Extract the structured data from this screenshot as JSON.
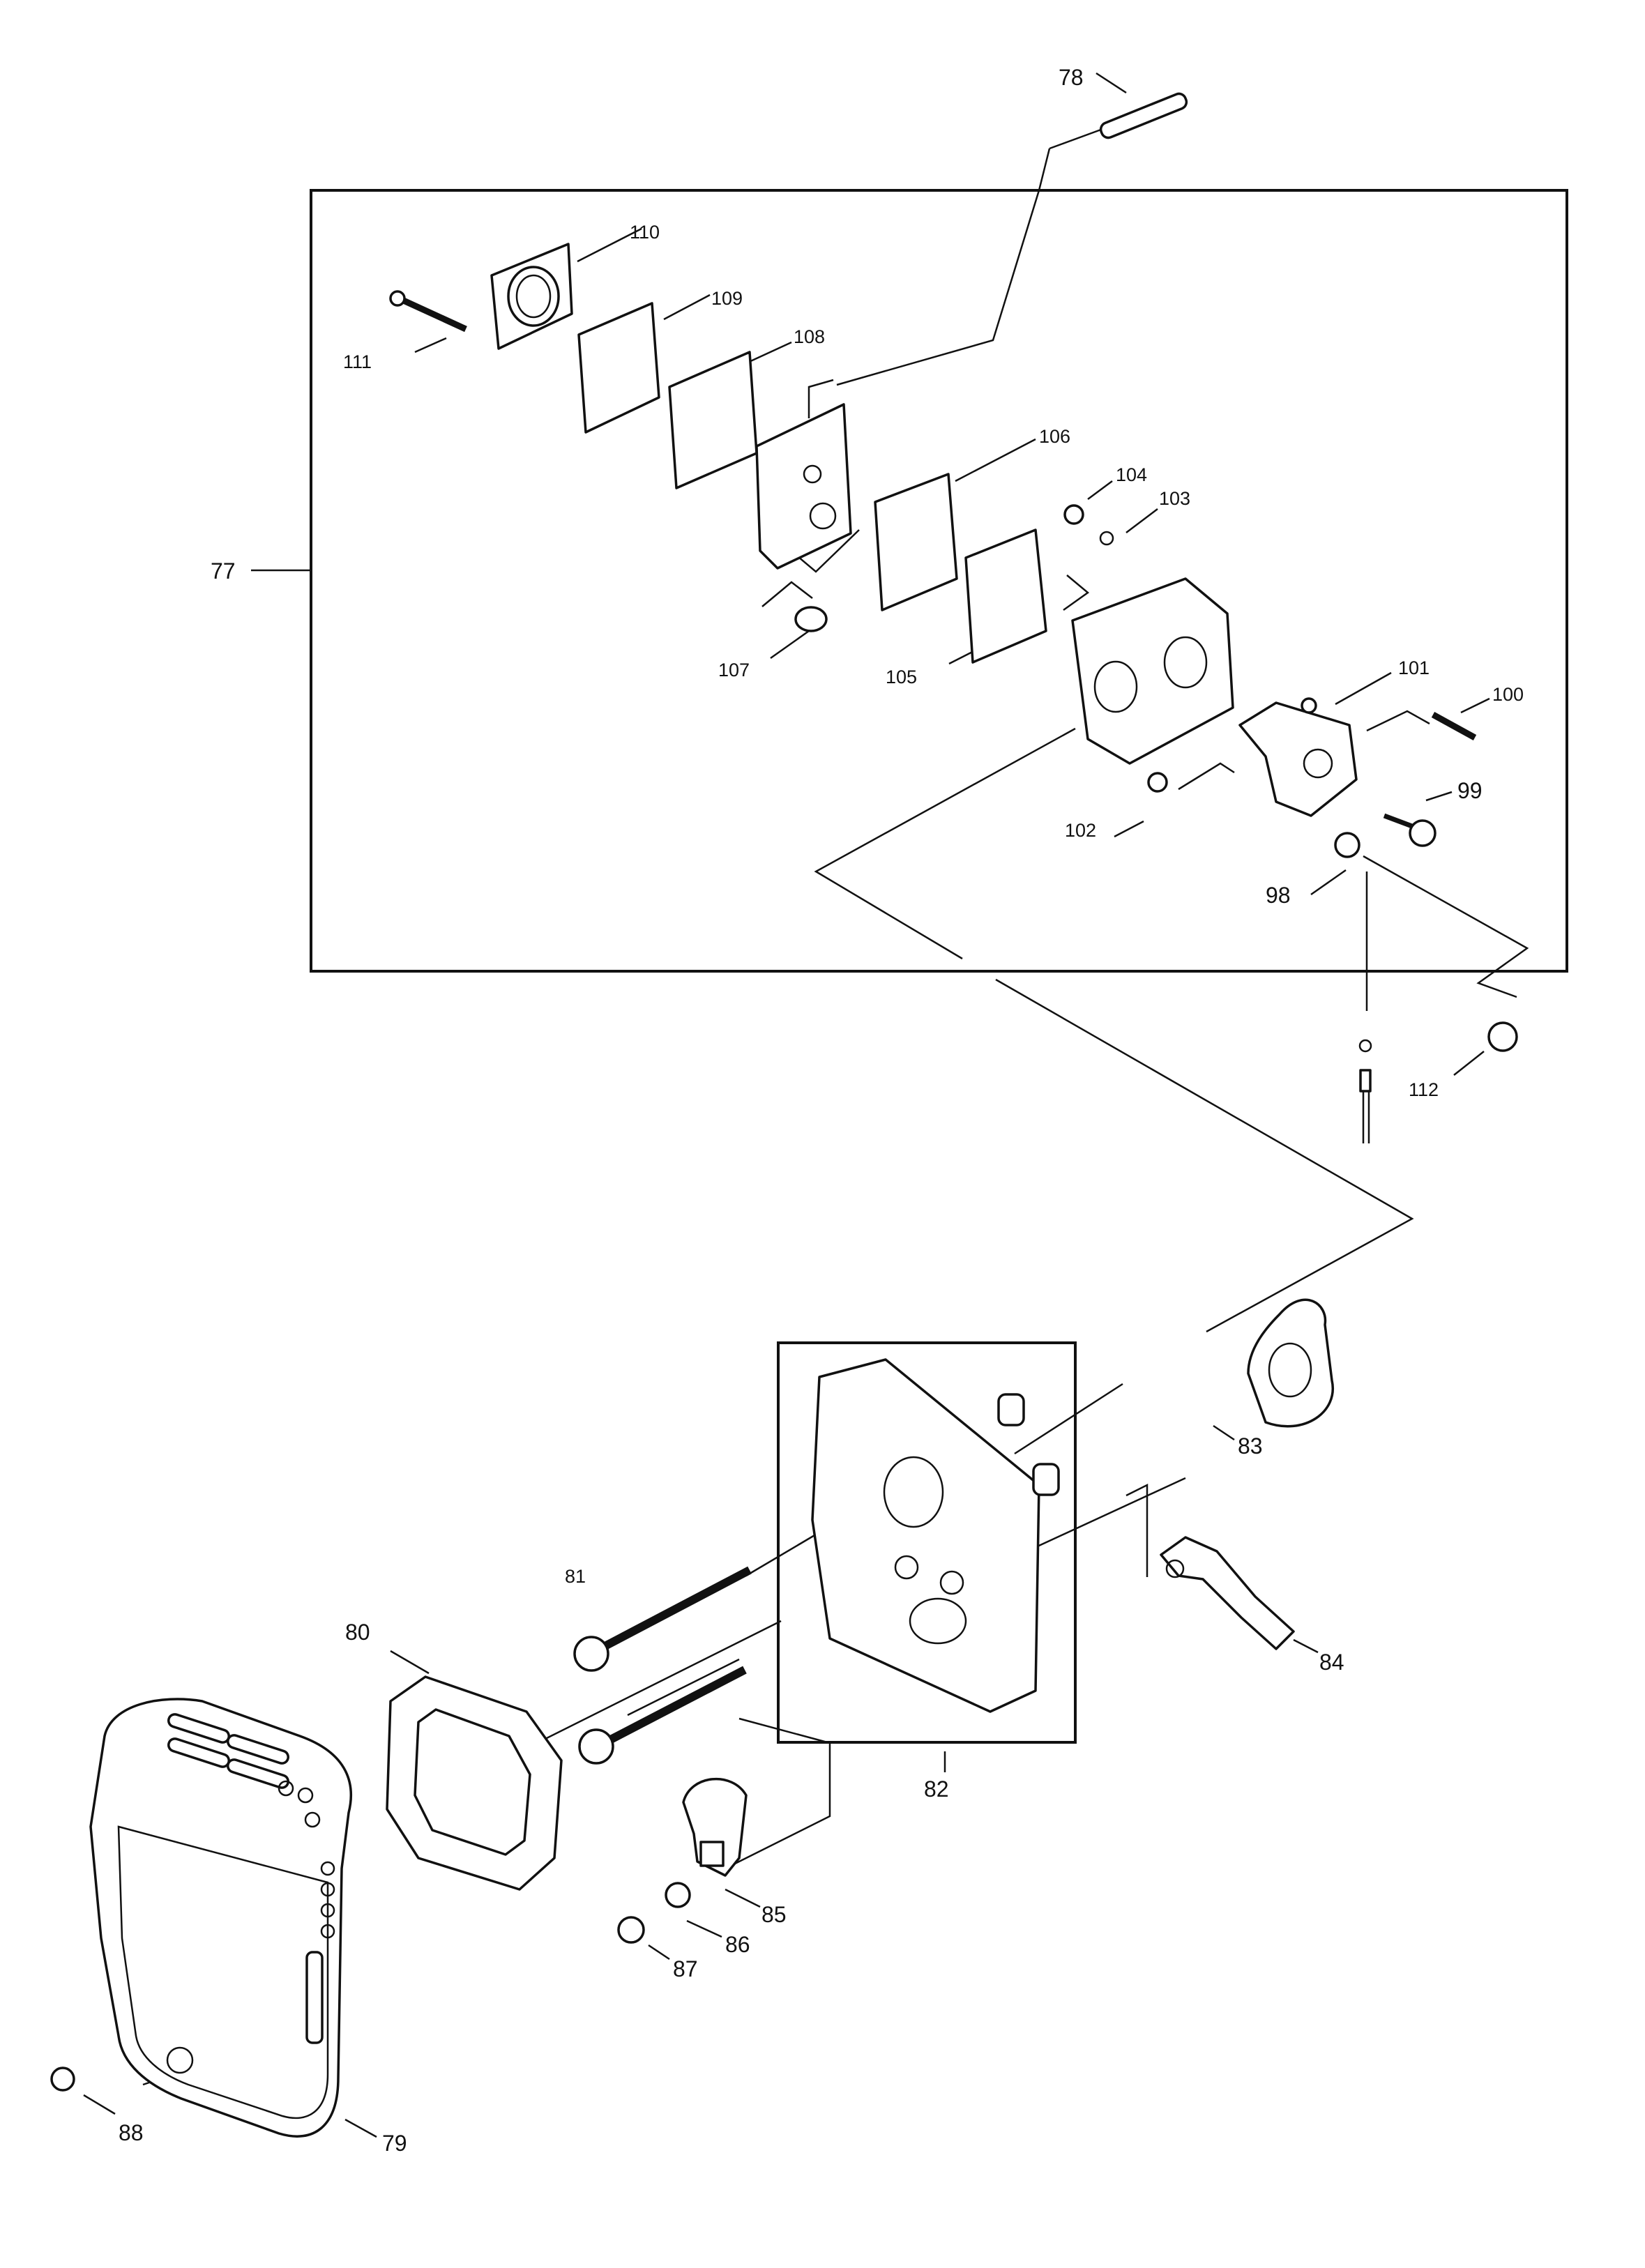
{
  "diagram": {
    "callouts": {
      "p77": "77",
      "p78": "78",
      "p79": "79",
      "p80": "80",
      "p81": "81",
      "p82": "82",
      "p83": "83",
      "p84": "84",
      "p85": "85",
      "p86": "86",
      "p87": "87",
      "p88": "88",
      "p98": "98",
      "p99": "99",
      "p100": "100",
      "p101": "101",
      "p102": "102",
      "p103": "103",
      "p104": "104",
      "p105": "105",
      "p106": "106",
      "p107": "107",
      "p108": "108",
      "p109": "109",
      "p110": "110",
      "p111": "111",
      "p112": "112"
    }
  }
}
